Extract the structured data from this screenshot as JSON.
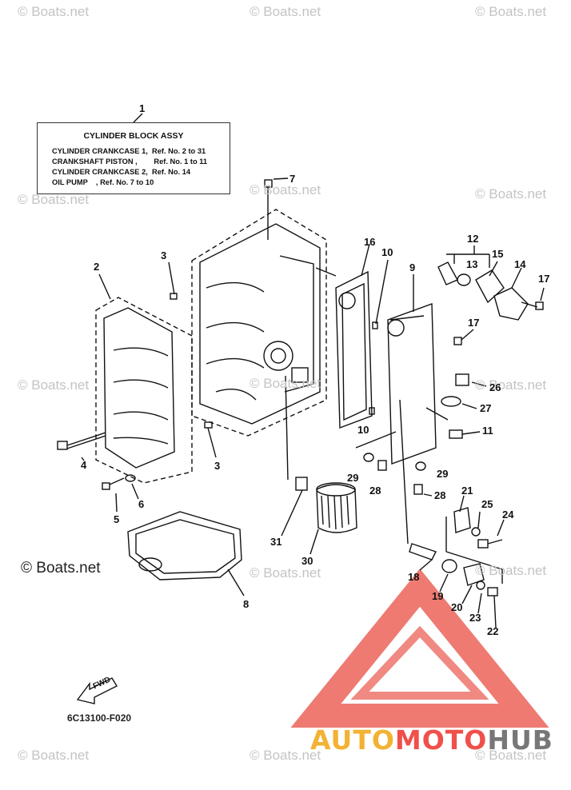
{
  "watermark": {
    "text": "© Boats.net"
  },
  "legend": {
    "title": "CYLINDER BLOCK ASSY",
    "lines": [
      "CYLINDER CRANKCASE 1,  Ref. No. 2 to 31",
      "CRANKSHAFT PISTON ,        Ref. No. 1 to 11",
      "CYLINDER CRANKCASE 2,  Ref. No. 14",
      "OIL PUMP    , Ref. No. 7 to 10"
    ]
  },
  "callouts": [
    "1",
    "2",
    "3",
    "3",
    "4",
    "5",
    "6",
    "7",
    "8",
    "9",
    "10",
    "10",
    "11",
    "12",
    "13",
    "14",
    "15",
    "16",
    "17",
    "17",
    "18",
    "19",
    "20",
    "21",
    "22",
    "23",
    "24",
    "25",
    "26",
    "27",
    "28",
    "28",
    "29",
    "29",
    "30",
    "31"
  ],
  "fwd_label": "FWD",
  "part_code": "6C13100-F020",
  "brand": {
    "part1": "AUTO",
    "part2": "MOTO",
    "part3": "HUB"
  },
  "colors": {
    "logo_red": "#e8413c",
    "logo_orange": "#f3b233",
    "logo_gray": "#777777",
    "watermark": "#c4c4c4"
  }
}
